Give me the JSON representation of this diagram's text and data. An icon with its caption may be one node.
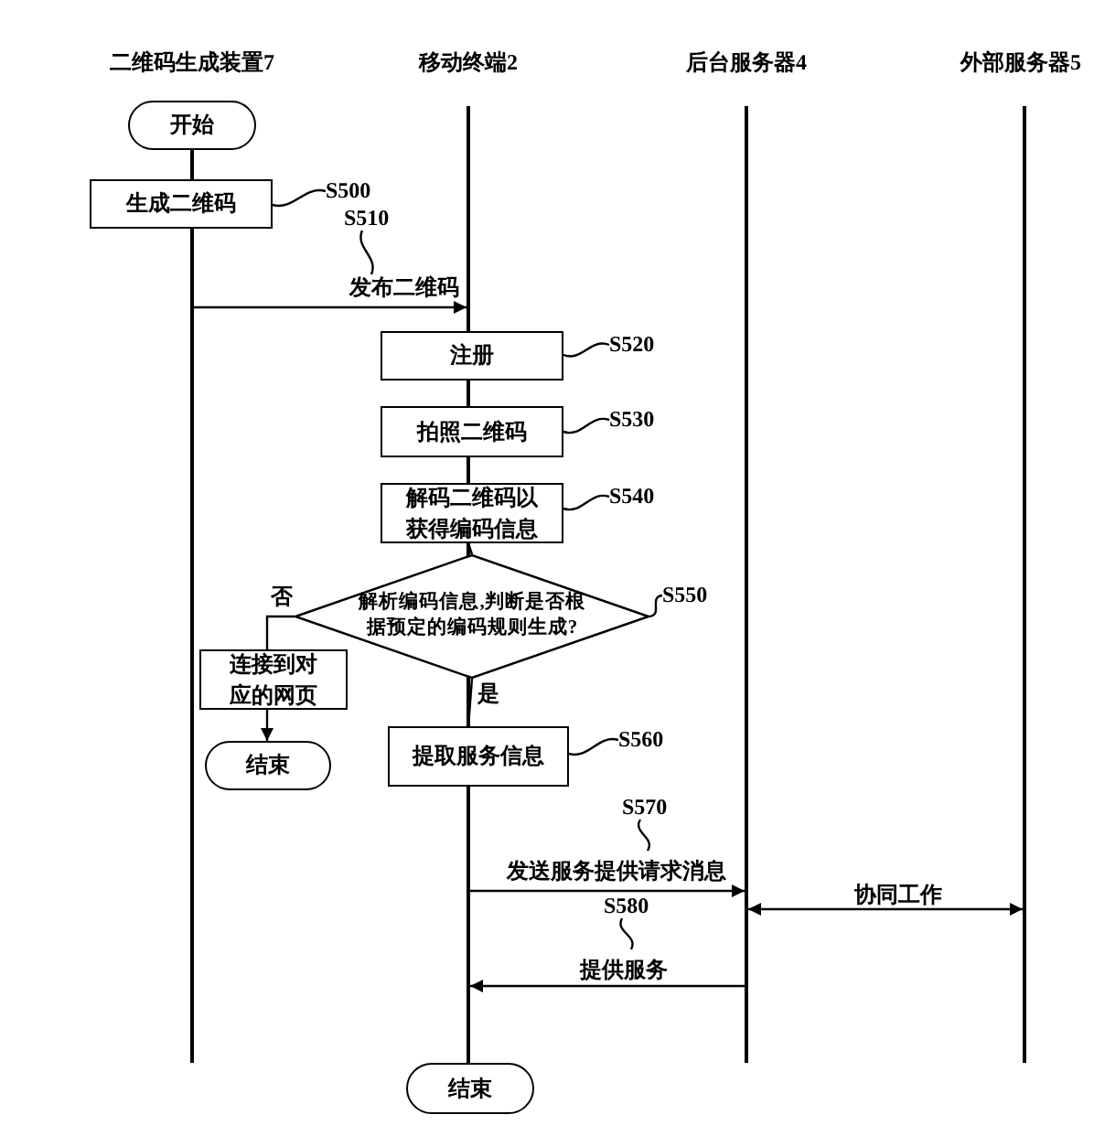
{
  "diagram": {
    "nodes": [
      {
        "text": [],
        "shape": "bar"
      },
      {
        "text": [],
        "shape": "bar",
        "beside": [
          "移动终端2"
        ]
      },
      {
        "text": [],
        "shape": "bar",
        "beside": [
          "后台服务器4"
        ]
      },
      {
        "text": [],
        "shape": "bar",
        "beside": [
          "外部服务器5"
        ]
      },
      {
        "text": [
          "开始"
        ]
      },
      {
        "text": [
          "生成二维码"
        ]
      },
      {
        "text": [
          "注册"
        ]
      },
      {
        "text": [
          "拍照二维码"
        ]
      },
      {
        "text": [
          "解码二维码以获得编码信息"
        ]
      },
      {
        "text": [
          "解析编码信息,判断是否根据预定的编码规则生成?"
        ]
      },
      {
        "text": [
          "连接到对应的网页"
        ]
      },
      {
        "text": [
          "结束"
        ]
      },
      {
        "text": [
          "提取服务信息"
        ]
      },
      {
        "text": [
          "结束"
        ]
      },
      {
        "text": [
          "S500"
        ]
      },
      {
        "text": [
          "S510"
        ]
      },
      {
        "text": [
          "S520"
        ]
      },
      {
        "text": [
          "S530"
        ]
      },
      {
        "text": [
          "S540"
        ]
      },
      {
        "text": [
          "S550"
        ]
      },
      {
        "text": [
          "S560"
        ]
      },
      {
        "text": [
          "S570"
        ]
      },
      {
        "text": [
          "S580"
        ]
      }
    ],
    "edges": [
      {
        "from": 4,
        "to": 5,
        "arrow": "none"
      },
      {
        "from": 0,
        "to": 1,
        "arrow": "to",
        "label": "发布二维码"
      },
      {
        "from": 6,
        "to": 7,
        "arrow": "none"
      },
      {
        "from": 7,
        "to": 8,
        "arrow": "none"
      },
      {
        "from": 8,
        "to": 9,
        "arrow": "none"
      },
      {
        "from": 9,
        "to": 10,
        "arrow": "none",
        "label": "否"
      },
      {
        "from": 10,
        "to": 11,
        "arrow": "to"
      },
      {
        "from": 9,
        "to": 12,
        "arrow": "none",
        "label": "是"
      },
      {
        "from": 1,
        "to": 2,
        "arrow": "to",
        "label": "发送服务提供请求消息"
      },
      {
        "from": 2,
        "to": 3,
        "arrow": "both",
        "label": "协同工作"
      },
      {
        "from": 2,
        "to": 1,
        "arrow": "to",
        "label": "提供服务"
      },
      {
        "from": 12,
        "to": 13,
        "arrow": "none"
      },
      {
        "from": 14,
        "to": 5,
        "arrow": "none"
      },
      {
        "from": 15,
        "to": null,
        "arrow": "none"
      },
      {
        "from": 16,
        "to": 6,
        "arrow": "none"
      },
      {
        "from": 17,
        "to": 7,
        "arrow": "none"
      },
      {
        "from": 18,
        "to": 8,
        "arrow": "none"
      },
      {
        "from": 19,
        "to": 9,
        "arrow": "none"
      },
      {
        "from": 20,
        "to": 12,
        "arrow": "none"
      },
      {
        "from": 21,
        "to": null,
        "arrow": "none"
      },
      {
        "from": 22,
        "to": null,
        "arrow": "none"
      }
    ],
    "labels": [
      "二维码生成装置7"
    ]
  }
}
